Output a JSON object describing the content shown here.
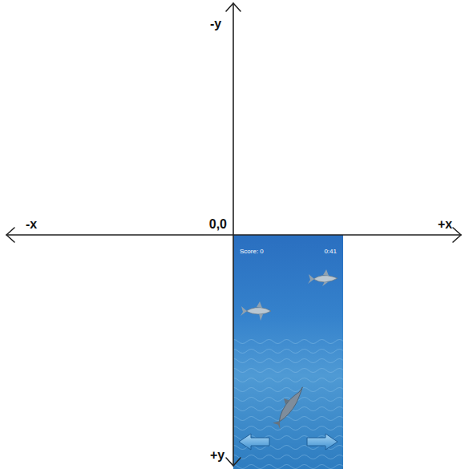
{
  "diagram": {
    "labels": [
      "-y",
      "-x",
      "0,0",
      "+x",
      "+y",
      "Score: 0",
      "0:41"
    ]
  }
}
